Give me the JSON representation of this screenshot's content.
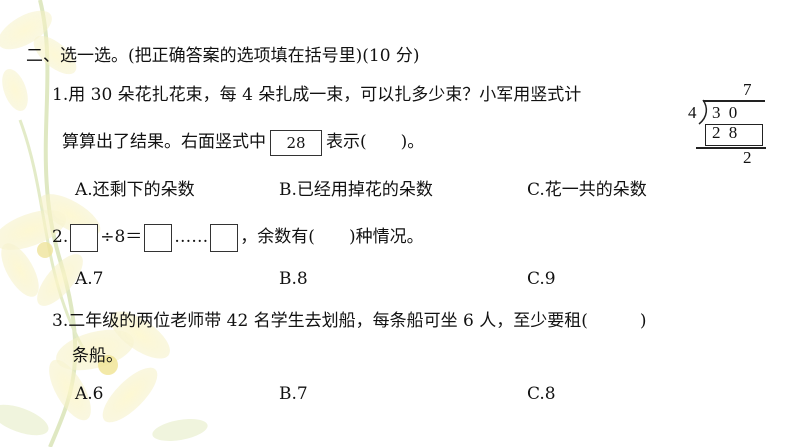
{
  "section": {
    "title": "二、选一选。(把正确答案的选项填在括号里)(10 分)"
  },
  "q1": {
    "line1": "1.用 30 朵花扎花束，每 4 朵扎成一束，可以扎多少束？小军用竖式计",
    "line2_before": "算算出了结果。右面竖式中",
    "boxed": "28",
    "line2_after": "表示(",
    "line2_end": ")。",
    "options": [
      "A.还剩下的朵数",
      "B.已经用掉花的朵数",
      "C.花一共的朵数"
    ],
    "division": {
      "quotient": "7",
      "divisor": "4",
      "dividend": "3 0",
      "product": "2 8",
      "remainder": "2"
    }
  },
  "q2": {
    "num": "2.",
    "div": "÷8＝",
    "dots": "……",
    "after": "，余数有(",
    "end": ")种情况。",
    "options": [
      "A.7",
      "B.8",
      "C.9"
    ]
  },
  "q3": {
    "line1": "3.二年级的两位老师带 42 名学生去划船，每条船可坐 6 人，至少要租(",
    "line1_end": ")",
    "line2": "条船。",
    "options": [
      "A.6",
      "B.7",
      "C.8"
    ]
  }
}
